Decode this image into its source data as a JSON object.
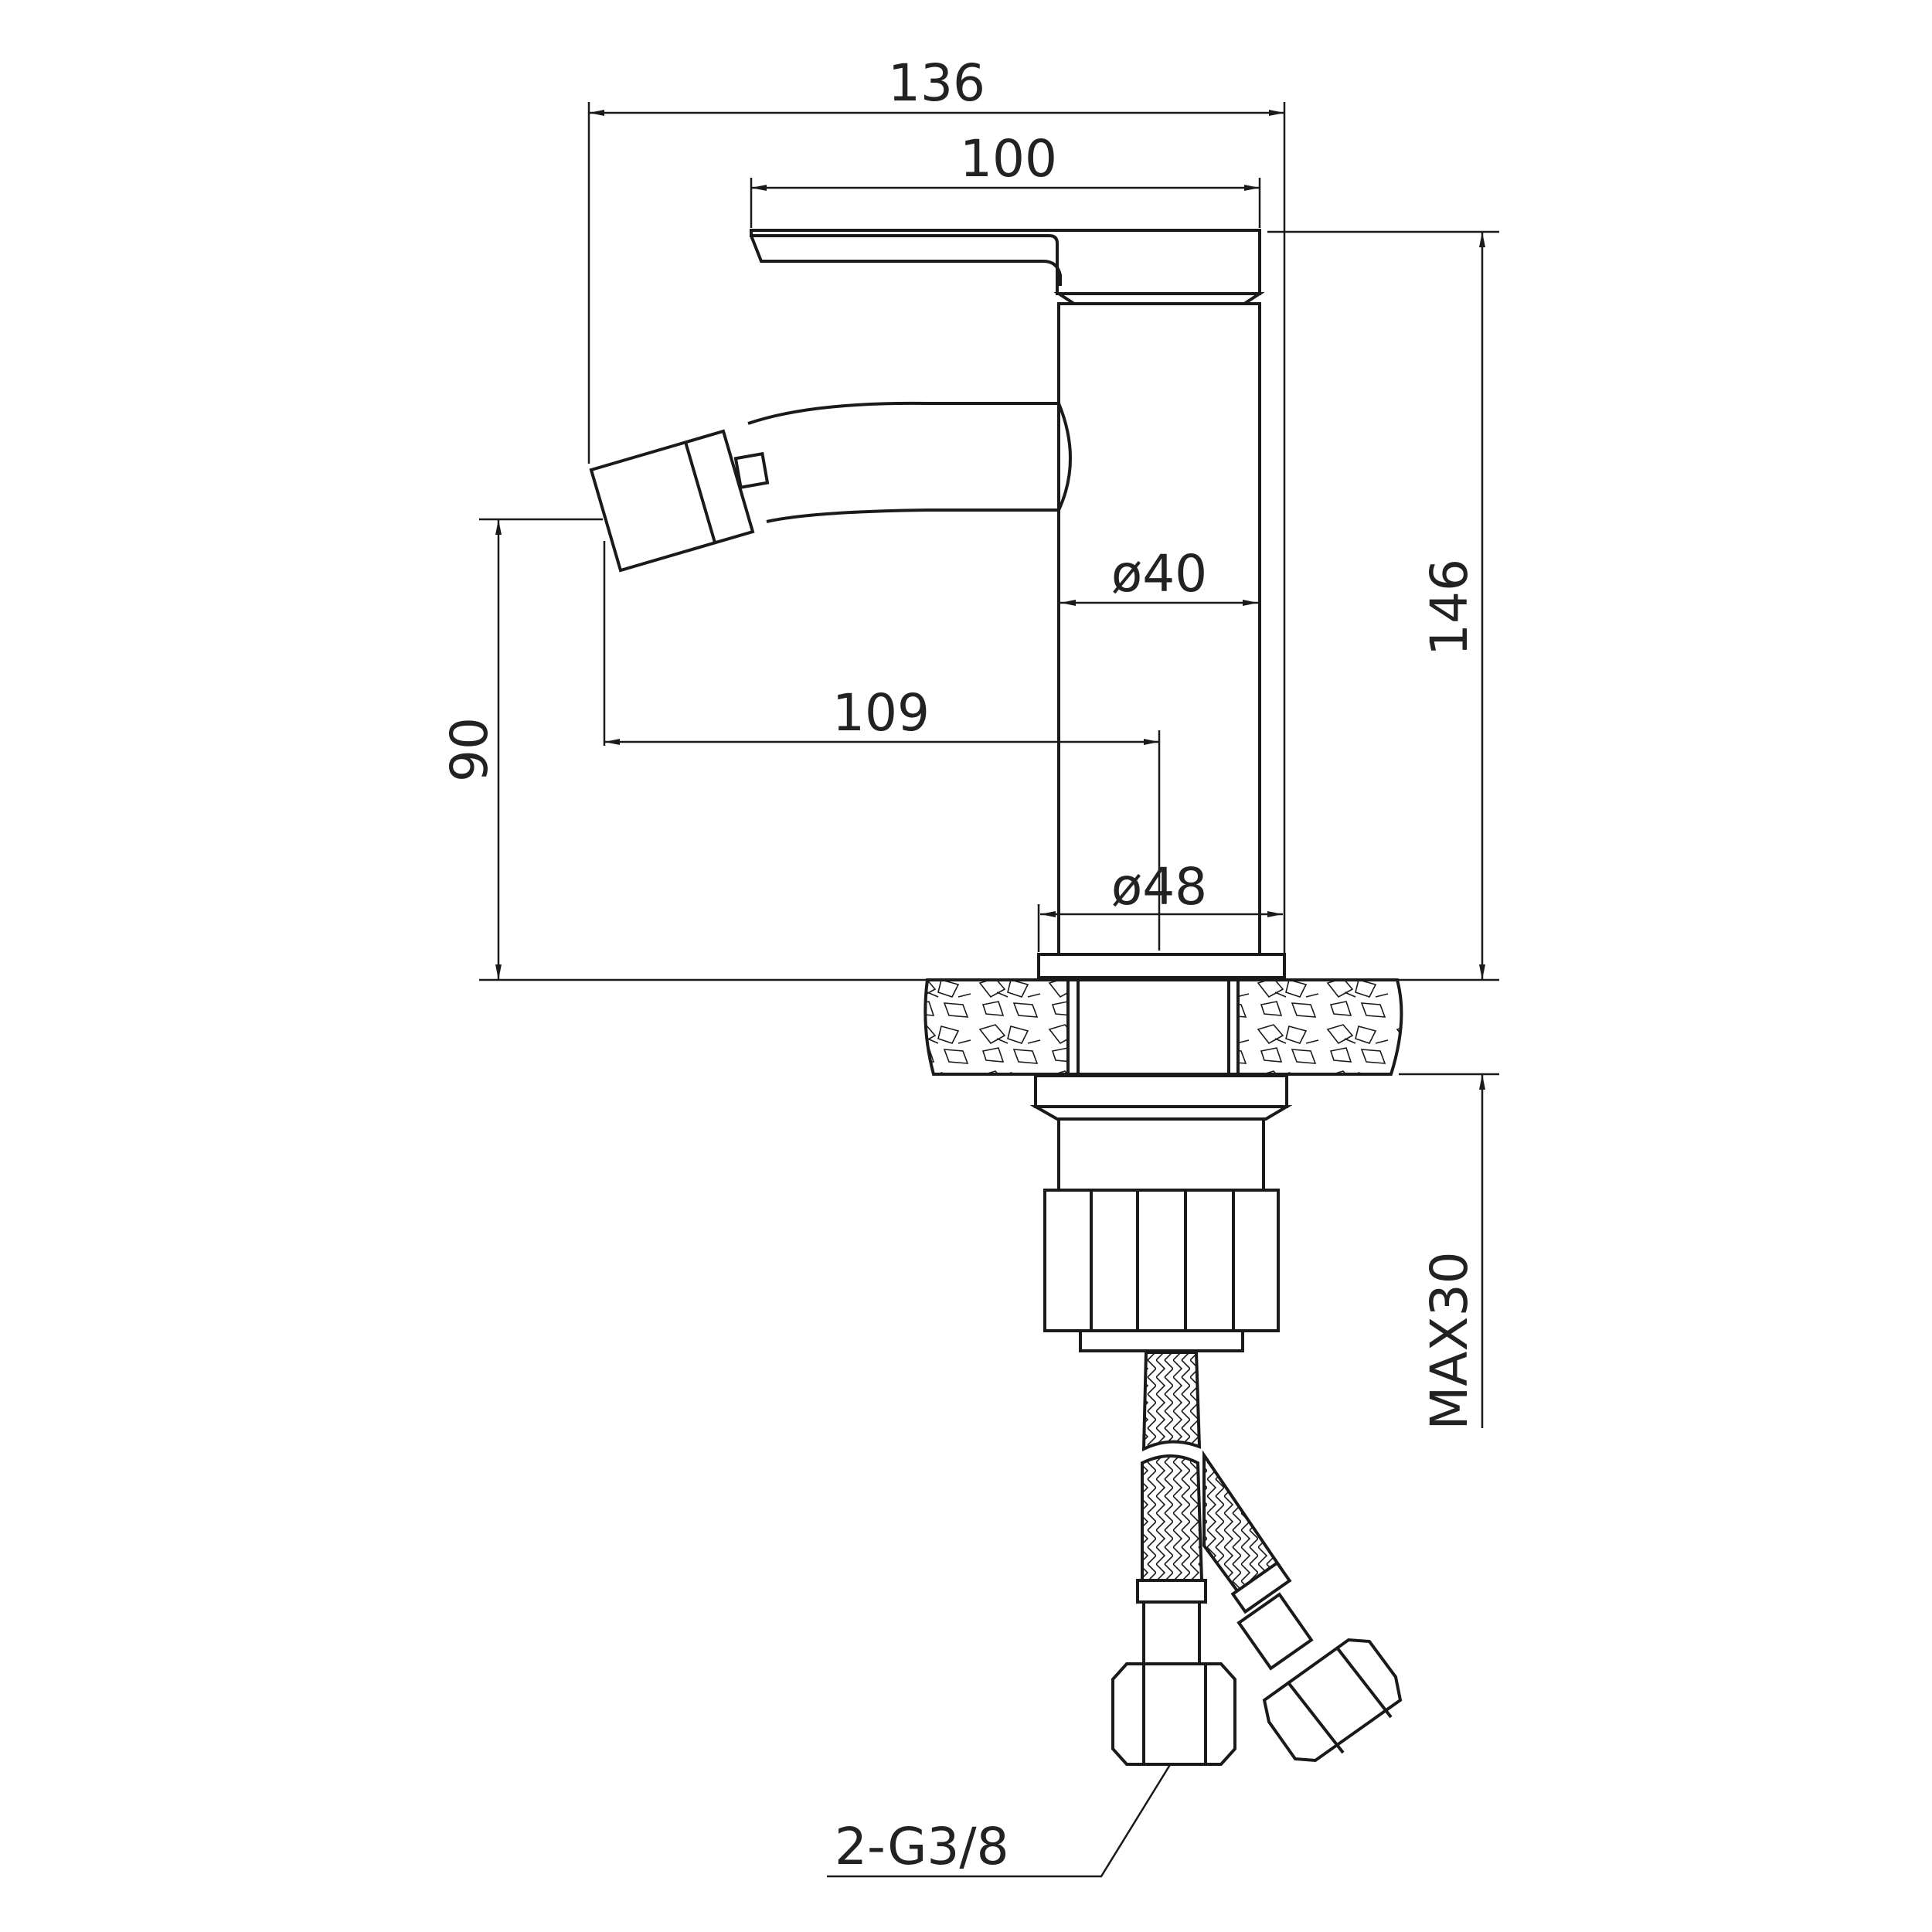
{
  "dimensions": {
    "overall_width": "136",
    "lever_length": "100",
    "overall_height": "146",
    "body_diameter": "ø40",
    "base_diameter": "ø48",
    "spout_reach": "109",
    "spout_height": "90",
    "max_counter_thickness": "MAX30",
    "inlet_thread": "2-G3/8"
  },
  "colors": {
    "line": "#1a1a1a",
    "background": "#ffffff"
  }
}
